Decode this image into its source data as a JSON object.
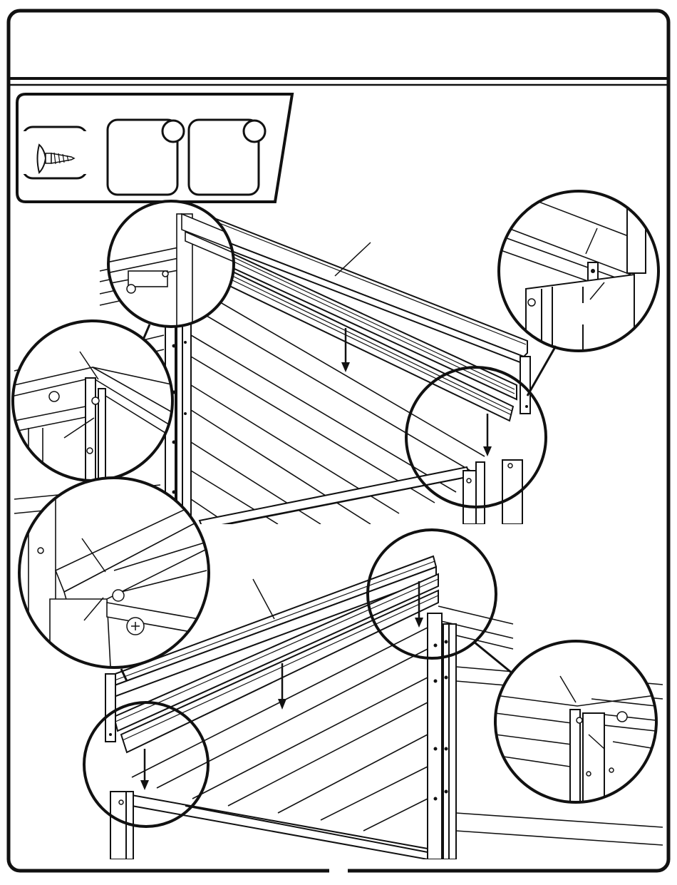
{
  "header": {
    "title": ""
  },
  "parts_box": {
    "items": [
      {
        "name": "screw",
        "icon": "screw-icon",
        "quantity": ""
      },
      {
        "name": "part-box-2",
        "icon": "blank-part-icon",
        "quantity": ""
      },
      {
        "name": "part-box-3",
        "icon": "blank-part-icon",
        "quantity": ""
      }
    ]
  },
  "page_number": "",
  "colors": {
    "ink": "#111111",
    "paper": "#ffffff",
    "panel": "#f2f2f2"
  }
}
